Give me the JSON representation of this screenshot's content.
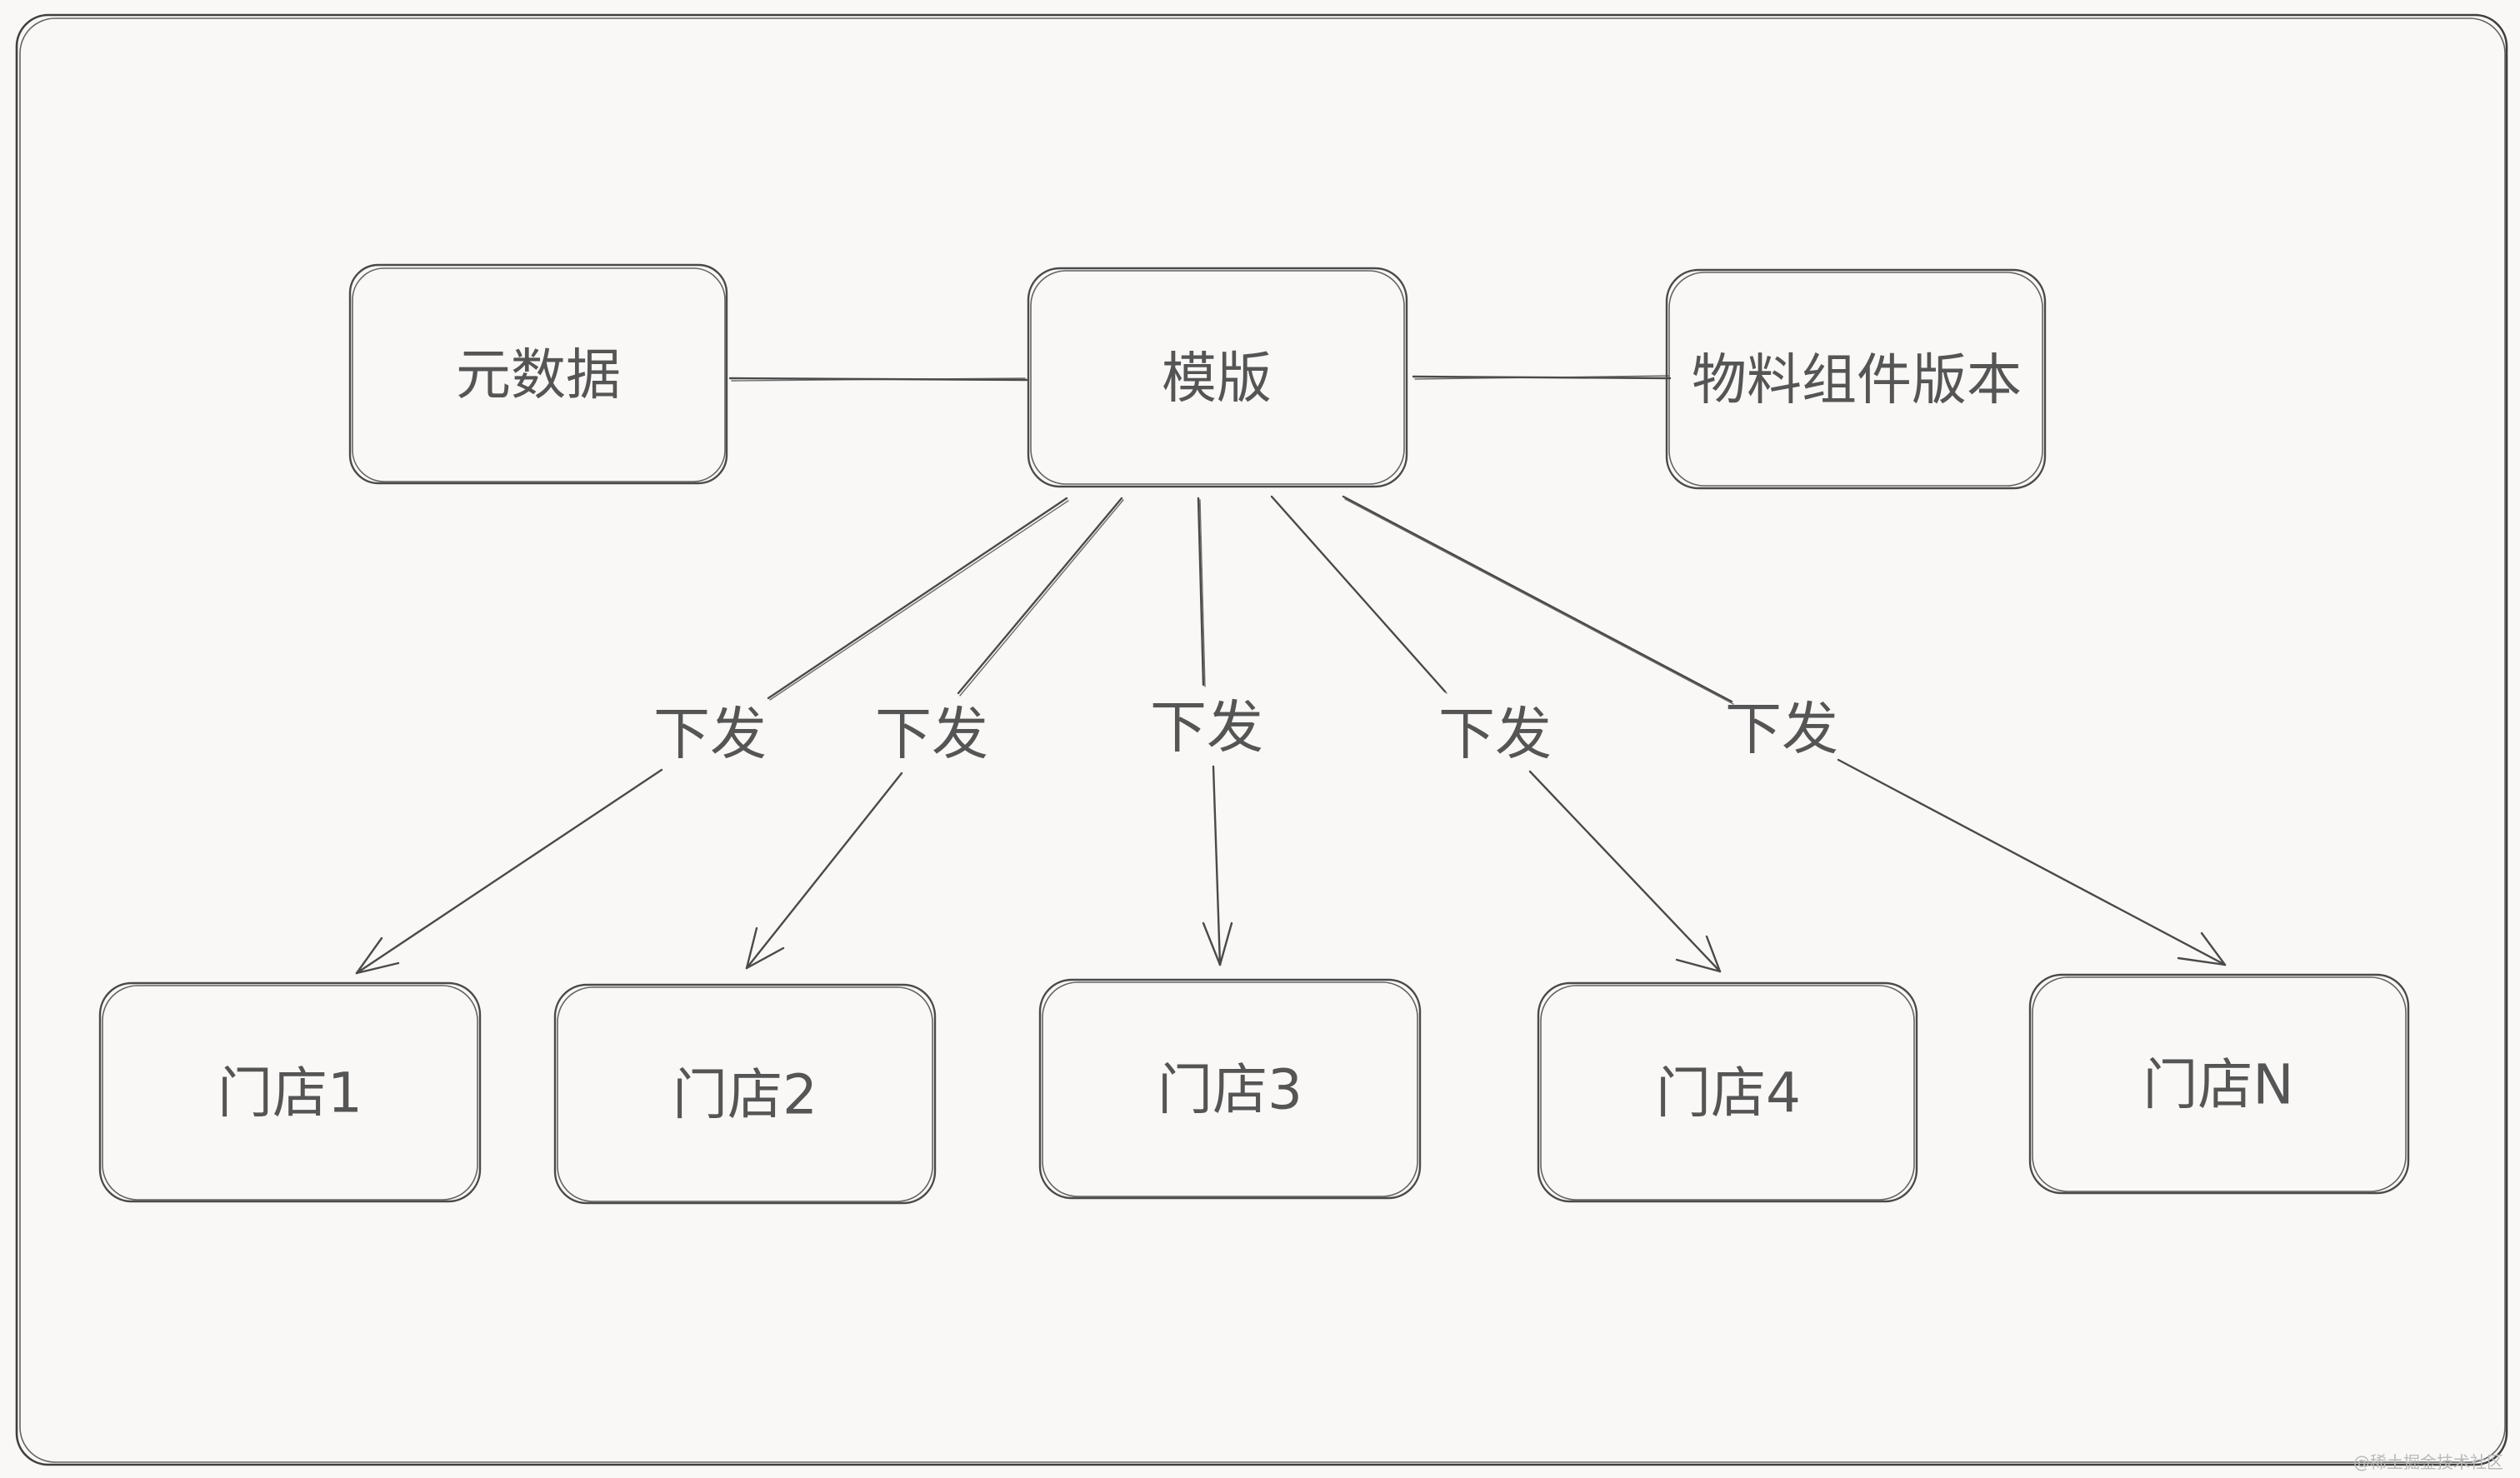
{
  "nodes": {
    "metadata": "元数据",
    "template": "模版",
    "material_version": "物料组件版本",
    "stores": [
      "门店1",
      "门店2",
      "门店3",
      "门店4",
      "门店N"
    ]
  },
  "edges": {
    "dispatch_label": "下发"
  },
  "watermark": "@稀土掘金技术社区",
  "colors": {
    "background": "#f9f8f7",
    "stroke": "#4a4a4a",
    "text": "#555555"
  }
}
